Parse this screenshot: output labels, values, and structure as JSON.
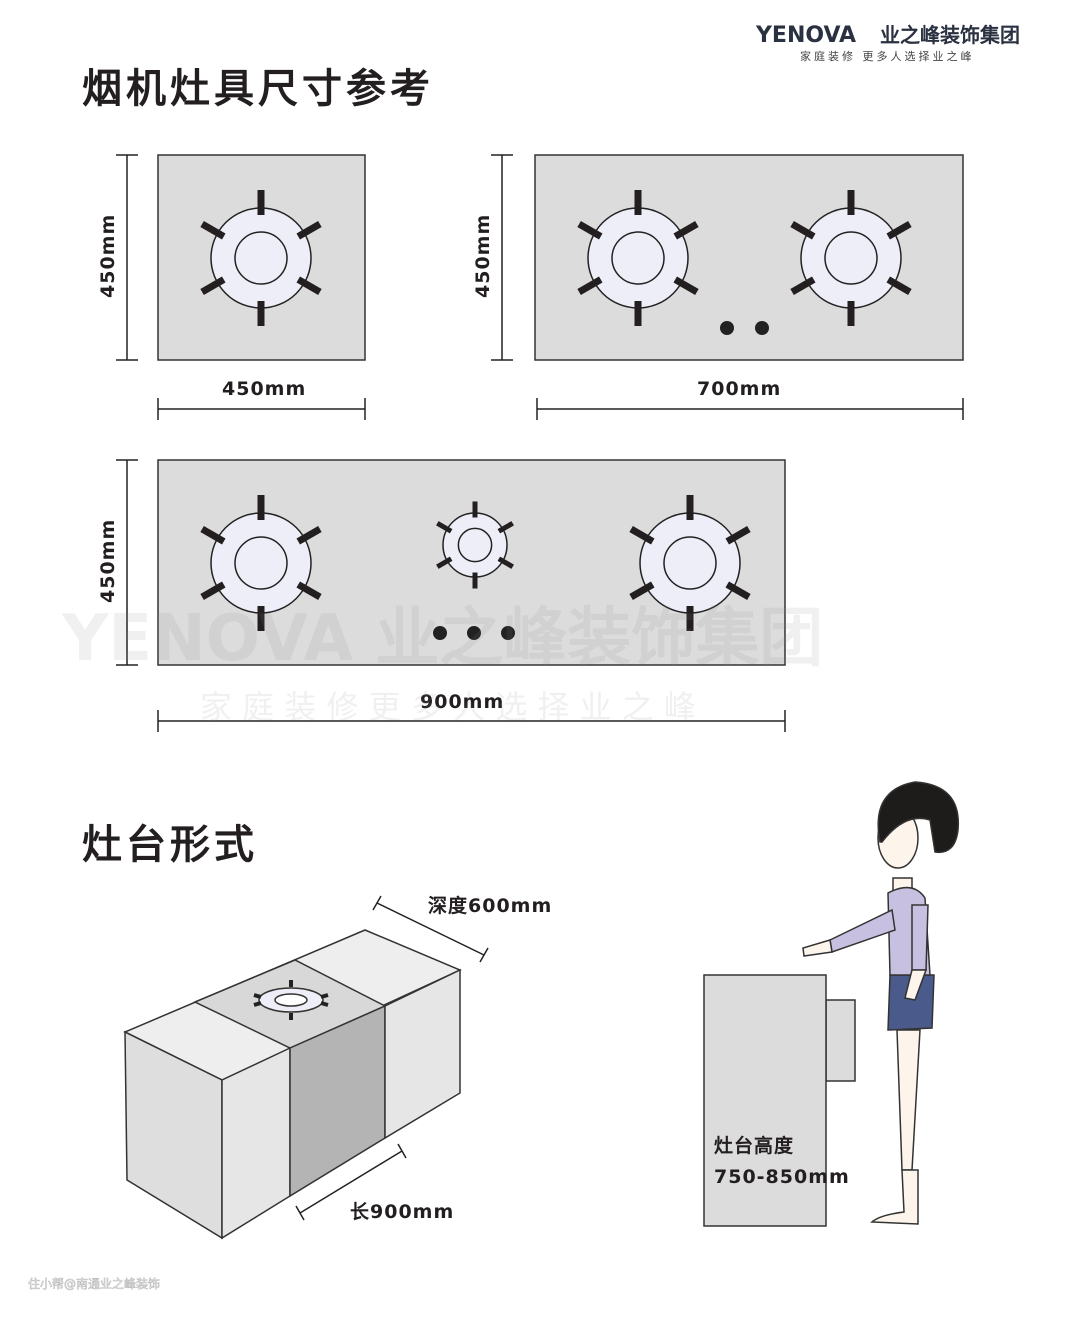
{
  "brand": {
    "logo_text": "YENOVA 业之峰装饰集团",
    "latin": "YENOVA",
    "chinese": "业之峰装饰集团",
    "slogan": "家庭装修   更多人选择业之峰"
  },
  "section1": {
    "title": "烟机灶具尺寸参考",
    "single": {
      "width_label": "450mm",
      "depth_label": "450mm"
    },
    "double": {
      "width_label": "700mm",
      "depth_label": "450mm"
    },
    "triple": {
      "width_label": "900mm",
      "depth_label": "450mm"
    }
  },
  "section2": {
    "title": "灶台形式",
    "depth_label": "深度600mm",
    "length_label": "长900mm",
    "height_title": "灶台高度",
    "height_value": "750-850mm"
  },
  "watermark": {
    "center": "YENOVA 业之峰装饰集团",
    "center_slogan": "家 庭 装 修   更 多 人 选 择 业 之 峰",
    "corner": "住小帮@南通业之峰装饰"
  },
  "colors": {
    "panel": "#dcdcdc",
    "burner": "#eeeef8",
    "counter_dark": "#b4b4b4",
    "shirt": "#c8c0e0",
    "skirt": "#4a5a8a"
  }
}
